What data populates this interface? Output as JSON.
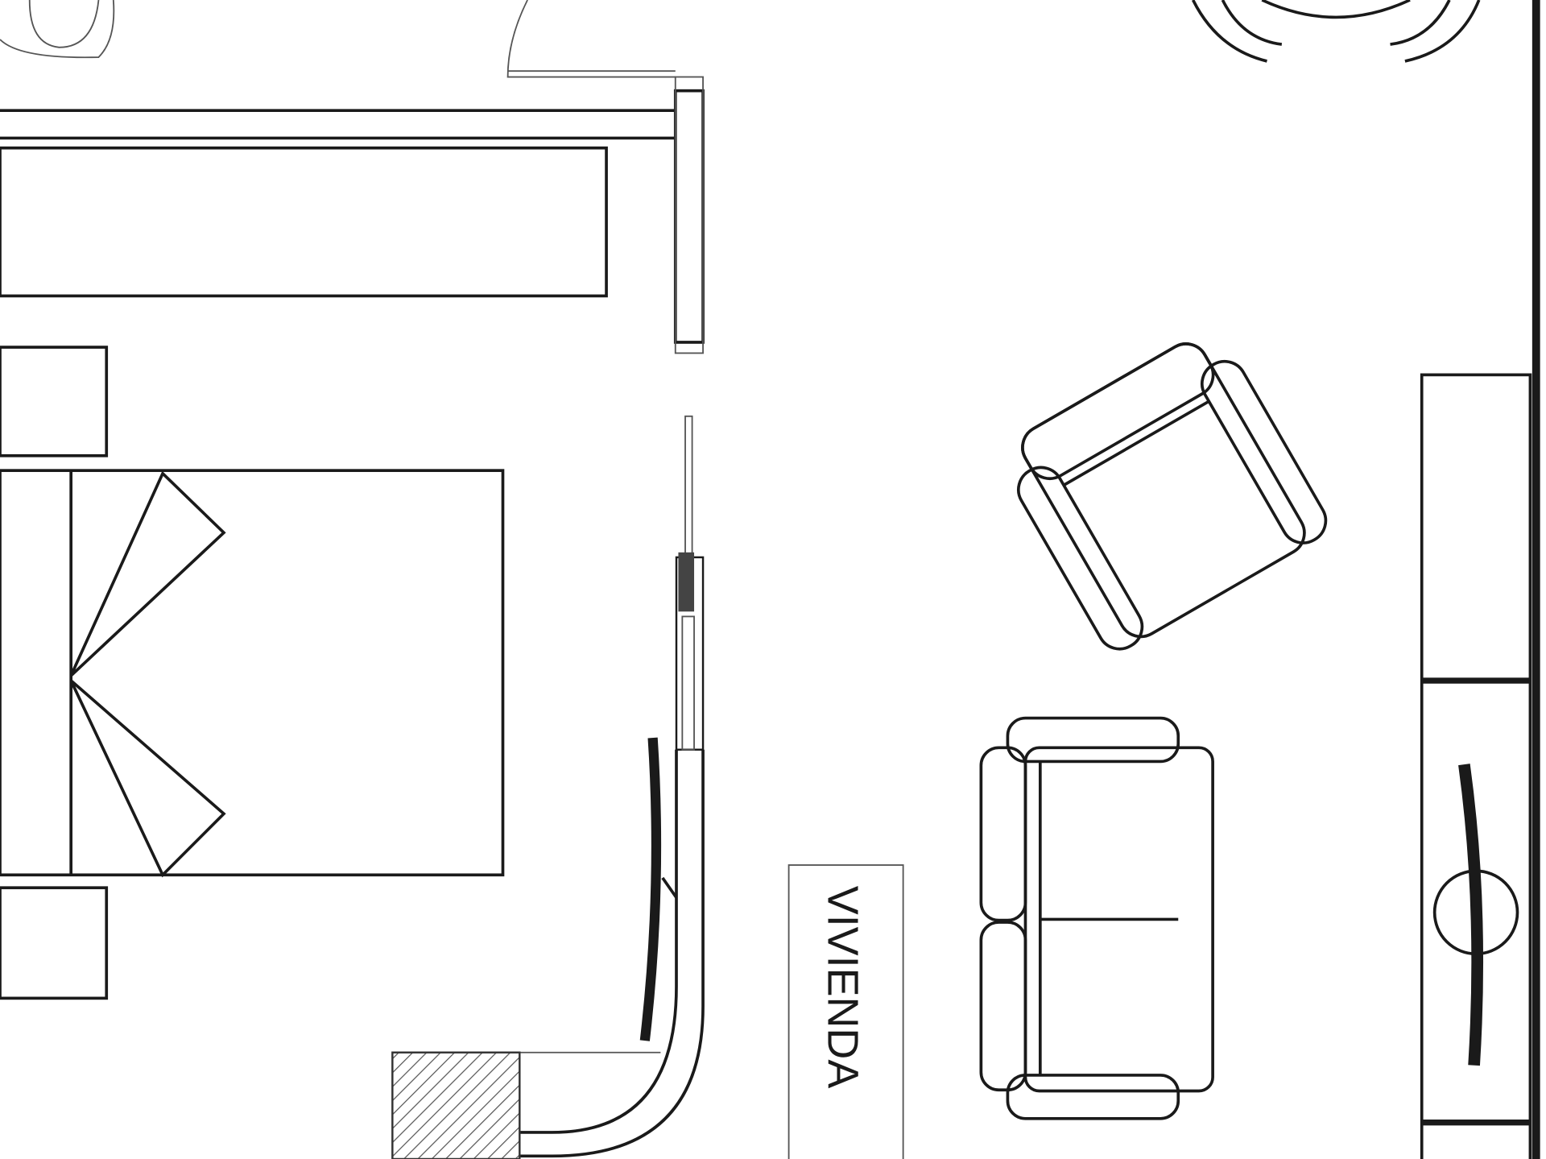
{
  "plan": {
    "room_label": "VIVIENDA",
    "line_color": "#1a1a1a",
    "background": "#ffffff",
    "elements": [
      "toilet",
      "door-swing",
      "wall",
      "wardrobe",
      "nightstand",
      "double-bed",
      "pillow",
      "sliding-door",
      "curved-wall",
      "hatched-column",
      "armchair",
      "sofa",
      "cabinet",
      "round-table",
      "chair"
    ]
  }
}
